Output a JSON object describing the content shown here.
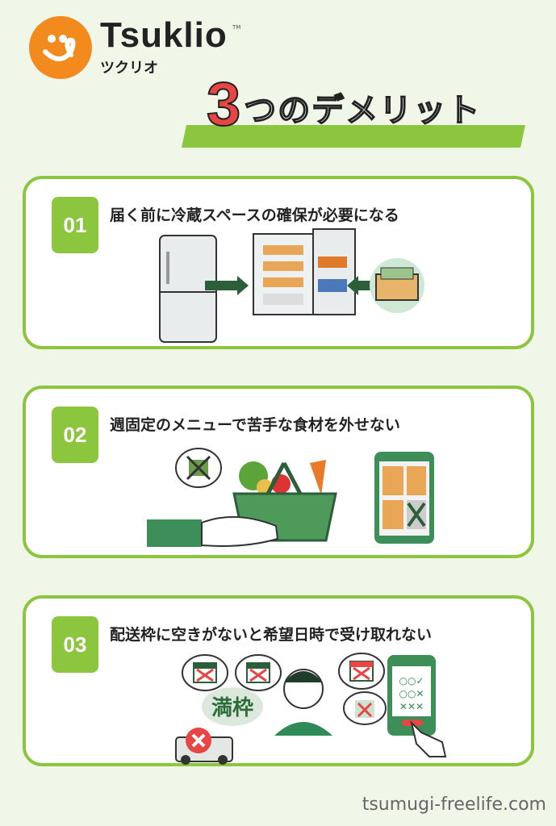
{
  "logo": {
    "name": "Tsuklio",
    "name_jp": "ツクリオ",
    "tm": "TM"
  },
  "title": {
    "number": "3",
    "rest": "つのデメリット"
  },
  "items": [
    {
      "number": "01",
      "text": "届く前に冷蔵スペースの確保が必要になる"
    },
    {
      "number": "02",
      "text": "週固定のメニューで苦手な食材を外せない"
    },
    {
      "number": "03",
      "text": "配送枠に空きがないと希望日時で受け取れない",
      "bubble_label": "満枠"
    }
  ],
  "footer": "tsumugi-freelife.com",
  "colors": {
    "accent": "#8cc63f",
    "orange": "#f28a1e",
    "red": "#e84545",
    "dark_green": "#2e8b57"
  }
}
